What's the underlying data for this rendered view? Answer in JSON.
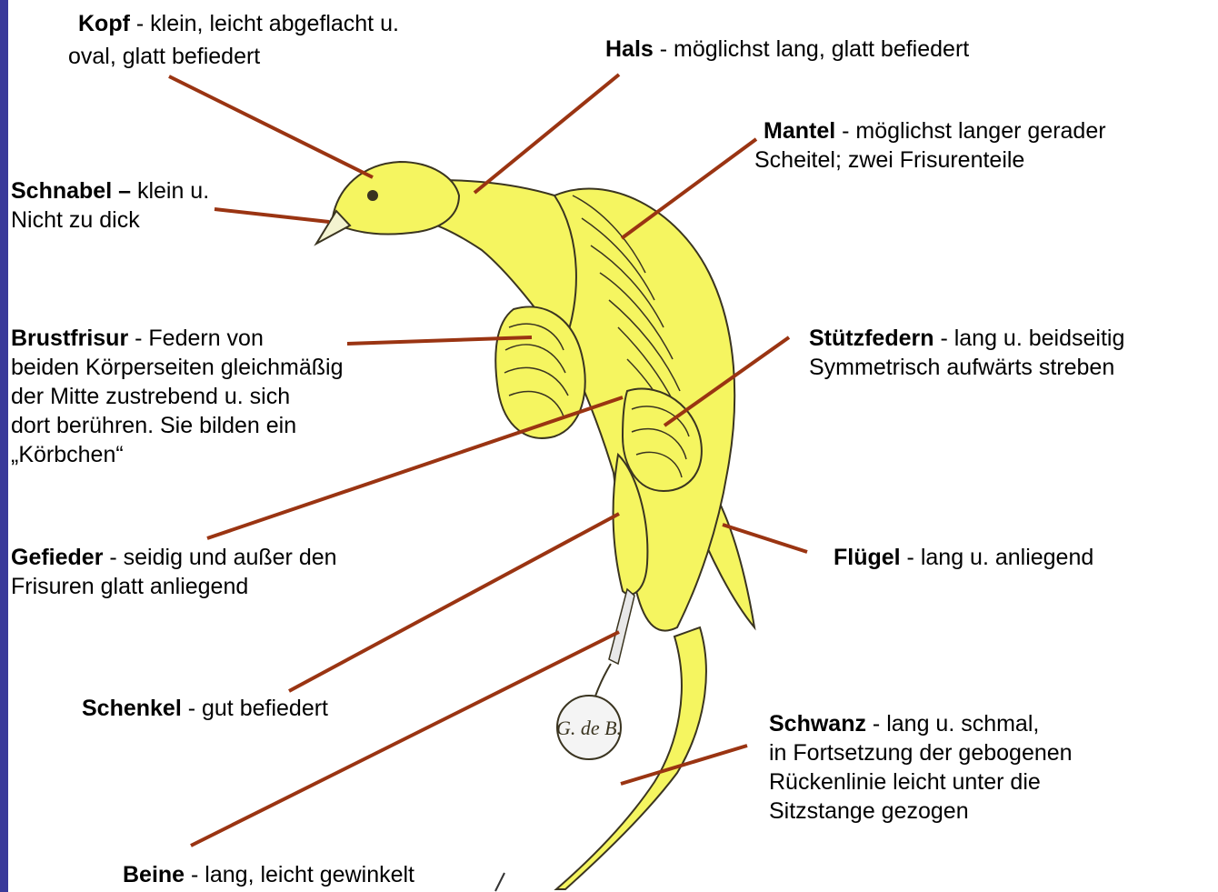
{
  "colors": {
    "leader_line": "#9a3412",
    "bird_fill": "#f5f560",
    "bird_outline": "#3a3420",
    "sidebar": "#3a3a9a"
  },
  "labels": {
    "kopf": {
      "term": "Kopf",
      "line1": " - klein, leicht abgeflacht u.",
      "line2": "oval, glatt befiedert"
    },
    "hals": {
      "term": "Hals",
      "line1": " - möglichst lang, glatt befiedert"
    },
    "mantel": {
      "term": "Mantel",
      "line1": " - möglichst  langer gerader",
      "line2": "Scheitel; zwei Frisurenteile"
    },
    "schnabel": {
      "term": "Schnabel –",
      "line1": " klein u.",
      "line2": "Nicht zu dick"
    },
    "brustfrisur": {
      "term": "Brustfrisur",
      "line1": " - Federn von",
      "line2": "beiden Körperseiten gleichmäßig",
      "line3": "der Mitte zustrebend u. sich",
      "line4": "dort berühren. Sie bilden ein",
      "line5": "„Körbchen“"
    },
    "stuetzfedern": {
      "term": "Stützfedern",
      "line1": " - lang u. beidseitig",
      "line2": "Symmetrisch aufwärts streben"
    },
    "gefieder": {
      "term": "Gefieder",
      "line1": " - seidig und außer den",
      "line2": "Frisuren glatt anliegend"
    },
    "fluegel": {
      "term": "Flügel",
      "line1": " - lang u. anliegend"
    },
    "schenkel": {
      "term": "Schenkel",
      "line1": " - gut befiedert"
    },
    "schwanz": {
      "term": "Schwanz",
      "line1": " - lang u. schmal,",
      "line2": "in Fortsetzung der gebogenen",
      "line3": "Rückenlinie leicht unter die",
      "line4": "Sitzstange gezogen"
    },
    "beine": {
      "term": "Beine",
      "line1": " - lang, leicht gewinkelt"
    }
  },
  "signature": "G. de B."
}
